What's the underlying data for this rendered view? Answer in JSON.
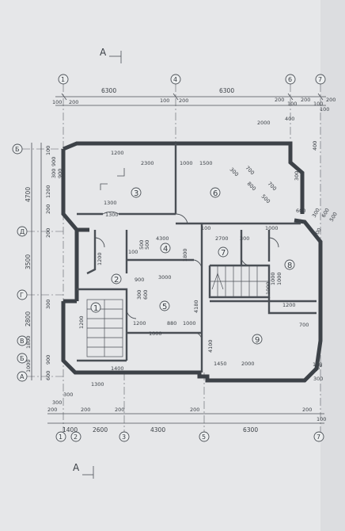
{
  "section": {
    "mark": "A"
  },
  "axes_top": [
    "1",
    "4",
    "6",
    "7"
  ],
  "axes_bottom": [
    "1",
    "2",
    "3",
    "5",
    "7"
  ],
  "axes_left": [
    "Б",
    "Д",
    "Г",
    "В",
    "Б",
    "А"
  ],
  "dims_top": [
    "6300",
    "6300",
    "100",
    "200",
    "100",
    "200",
    "200",
    "100",
    "200",
    "100",
    "200",
    "100"
  ],
  "dims_bottom": [
    "1400",
    "2600",
    "4300",
    "6300",
    "200",
    "200",
    "200",
    "200",
    "200",
    "100"
  ],
  "dims_left": [
    "4700",
    "3500",
    "2800",
    "1800",
    "1000"
  ],
  "dims_inner": [
    "2000",
    "400",
    "400",
    "1200",
    "2300",
    "1000",
    "1500",
    "700",
    "300",
    "800",
    "700",
    "500",
    "300",
    "600",
    "300",
    "600",
    "500",
    "800",
    "4300",
    "1300",
    "2700",
    "300",
    "1000",
    "1800",
    "1000",
    "100",
    "500",
    "1200",
    "500",
    "1000",
    "1000",
    "3000",
    "300",
    "600",
    "100",
    "900",
    "4180",
    "1200",
    "880",
    "1000",
    "1000",
    "700",
    "1200",
    "1450",
    "2000",
    "400",
    "1300",
    "1400",
    "100",
    "4100",
    "300",
    "1300",
    "900",
    "900",
    "300",
    "100",
    "1200",
    "200",
    "200",
    "300",
    "900",
    "600",
    "1200",
    "300",
    "300"
  ],
  "rooms": [
    "1",
    "2",
    "3",
    "4",
    "5",
    "6",
    "7",
    "8",
    "9"
  ]
}
